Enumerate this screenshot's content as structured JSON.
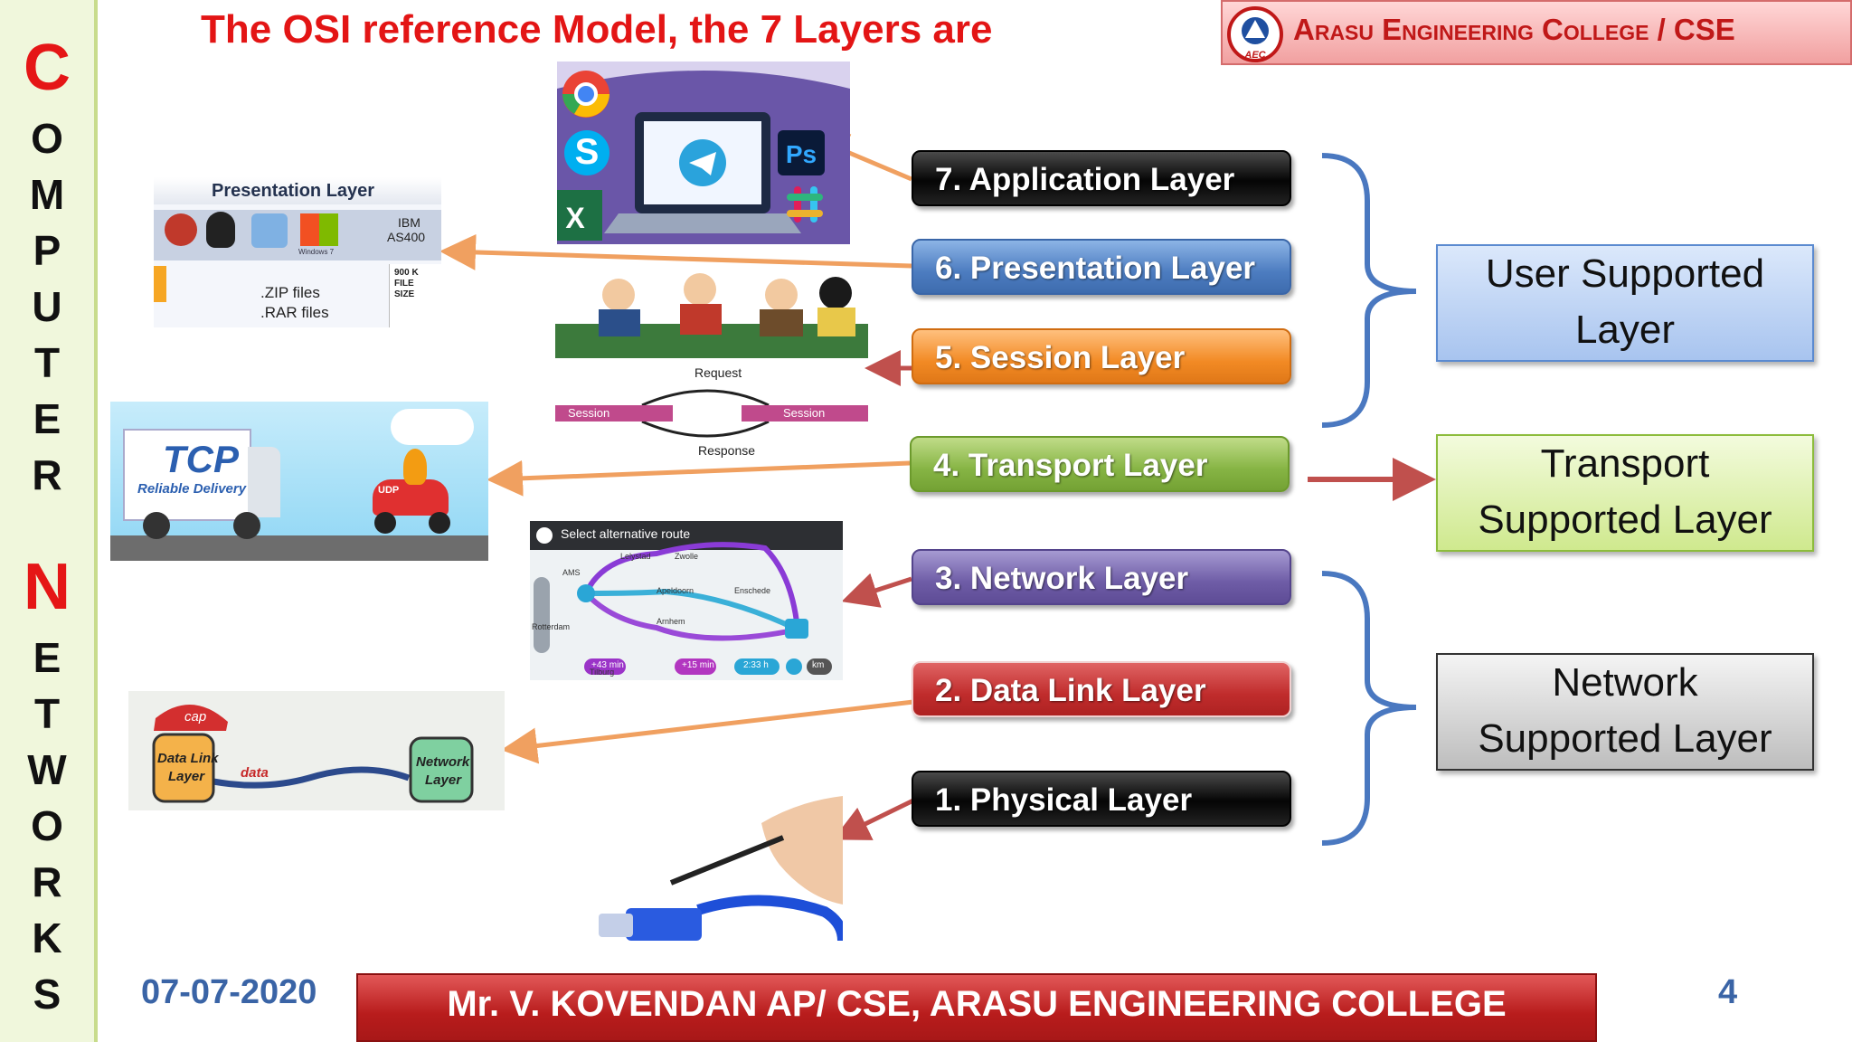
{
  "title": "The OSI reference Model, the 7 Layers are",
  "header": {
    "college": "Arasu Engineering College / CSE",
    "logo_text": "AEC"
  },
  "sidebar": {
    "letters": [
      "C",
      "O",
      "M",
      "P",
      "U",
      "T",
      "E",
      "R",
      "N",
      "E",
      "T",
      "W",
      "O",
      "R",
      "K",
      "S"
    ]
  },
  "layers": {
    "l7": "7. Application Layer",
    "l6": "6. Presentation Layer",
    "l5": "5. Session Layer",
    "l4": "4. Transport Layer",
    "l3": "3. Network Layer",
    "l2": "2. Data Link Layer",
    "l1": "1. Physical Layer"
  },
  "groups": {
    "user_line1": "User Supported",
    "user_line2": "Layer",
    "transport_line1": "Transport",
    "transport_line2": "Supported Layer",
    "network_line1": "Network",
    "network_line2": "Supported Layer"
  },
  "images": {
    "presentation": {
      "heading": "Presentation Layer",
      "zip": ".ZIP  files",
      "rar": ".RAR files",
      "size1": "900 K",
      "size2": "FILE",
      "size3": "SIZE",
      "ibm1": "IBM",
      "ibm2": "AS400",
      "windows": "Windows 7"
    },
    "session": {
      "request": "Request",
      "response": "Response",
      "left": "Session",
      "right": "Session"
    },
    "transport": {
      "tcp": "TCP",
      "reliable": "Reliable Delivery",
      "udp": "UDP"
    },
    "network": {
      "route_title": "Select alternative route",
      "city1": "Lelystad",
      "city2": "Zwolle",
      "city3": "Apeldoorn",
      "city4": "Enschede",
      "city5": "Arnhem",
      "city6": "Rotterdam",
      "city7": "Tilburg",
      "city8": "AMS",
      "t1": "+43 min",
      "t2": "+15 min",
      "t3": "2:33 h",
      "t4": "km"
    },
    "datalink": {
      "cap": "cap",
      "dl1": "Data Link",
      "dl2": "Layer",
      "data": "data",
      "nl1": "Network",
      "nl2": "Layer"
    }
  },
  "footer": {
    "date": "07-07-2020",
    "author": "Mr. V. KOVENDAN AP/ CSE, ARASU ENGINEERING COLLEGE",
    "page": "4"
  },
  "colors": {
    "title_red": "#e31515",
    "arrow_orange": "#f0a060",
    "arrow_red": "#c0504d",
    "bracket_blue": "#4a78c0"
  }
}
